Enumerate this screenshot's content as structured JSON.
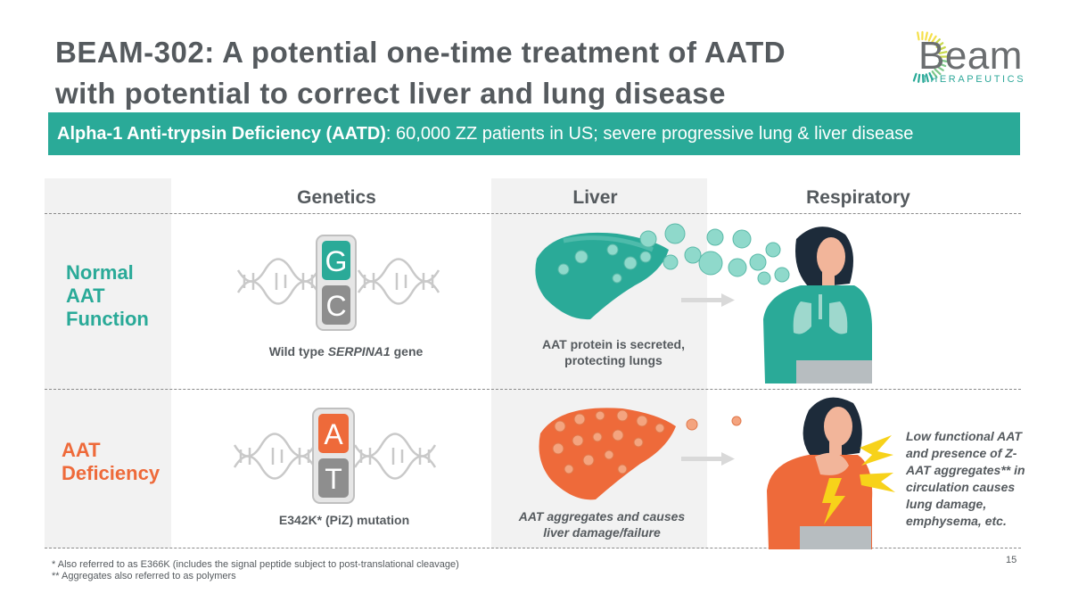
{
  "slide": {
    "title_line1": "BEAM-302: A potential one-time treatment of AATD",
    "title_line2": "with potential to correct liver and lung disease",
    "page_number": "15"
  },
  "logo": {
    "word": "Beam",
    "sub": "THERAPEUTICS",
    "ray_colors": [
      "#f5e04a",
      "#c8d94a",
      "#7fc98a",
      "#2aaa98"
    ]
  },
  "banner": {
    "bold": "Alpha-1 Anti-trypsin Deficiency (AATD)",
    "rest": ": 60,000 ZZ patients in US; severe progressive lung & liver disease",
    "color": "#2aaa98"
  },
  "columns": {
    "genetics": "Genetics",
    "liver": "Liver",
    "respiratory": "Respiratory"
  },
  "rows": {
    "normal": {
      "label_line1": "Normal",
      "label_line2": "AAT",
      "label_line3": "Function",
      "color": "#2aaa98",
      "base_top": "G",
      "base_bottom": "C",
      "genetics_caption_pre": "Wild type ",
      "genetics_caption_italic": "SERPINA1",
      "genetics_caption_post": " gene",
      "liver_caption_line1": "AAT protein is secreted,",
      "liver_caption_line2": "protecting lungs"
    },
    "deficiency": {
      "label_line1": "AAT",
      "label_line2": "Deficiency",
      "color": "#ee6a3a",
      "base_top": "A",
      "base_bottom": "T",
      "genetics_caption": "E342K* (PiZ) mutation",
      "liver_caption_line1": "AAT aggregates and causes",
      "liver_caption_line2": "liver damage/failure",
      "side_text": "Low functional AAT and presence of Z-AAT aggregates** in circulation causes lung damage, emphysema, etc."
    }
  },
  "footnotes": {
    "note1": "* Also referred to as E366K (includes the signal peptide subject to post-translational cleavage)",
    "note2": "** Aggregates also referred to as polymers"
  }
}
